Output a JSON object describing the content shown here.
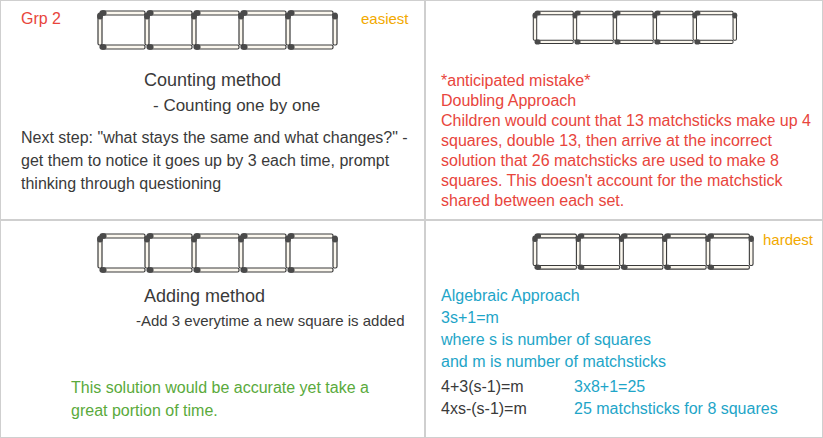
{
  "diagram": {
    "nodes": [
      {
        "text": [
          "Grp 2",
          "easiest",
          "Counting method",
          "- Counting one by one",
          "Next step: \"what stays the same and what changes?\" - get them to notice it goes up by 3 each time, prompt thinking through questioning"
        ]
      },
      {
        "text": [
          "*anticipated mistake*",
          "Doubling Approach",
          "Children would count that 13 matchsticks make up 4 squares, double 13, then arrive at the incorrect solution that 26 matchsticks are used to make 8 squares. This doesn't account for the matchstick shared between each set."
        ]
      },
      {
        "text": [
          "Adding method",
          "-Add 3 everytime a new square is added",
          "This solution would be accurate yet take a great portion of time."
        ]
      },
      {
        "text": [
          "hardest",
          "Algebraic Approach",
          "3s+1=m",
          "where s is number of squares and m is number of matchsticks",
          "4+3(s-1)=m",
          "4xs-(s-1)=m",
          "3x8+1=25",
          "25 matchsticks for 8 squares"
        ]
      }
    ]
  }
}
